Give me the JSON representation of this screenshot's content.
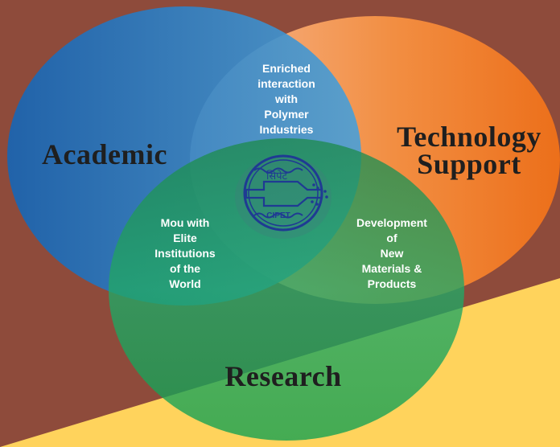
{
  "colors": {
    "background": "#8e4b3b",
    "yellow_band": "#ffd35c",
    "academic": "#1f6fc0",
    "technology": "#f07d2a",
    "research": "#1b9a5a",
    "logo": "#1f3a93"
  },
  "circles": {
    "academic": {
      "label_lines": [
        "Academic"
      ]
    },
    "technology": {
      "label_lines": [
        "Technology",
        "Support"
      ]
    },
    "research": {
      "label_lines": [
        "Research"
      ]
    }
  },
  "overlaps": {
    "academic_technology": {
      "lines": [
        "Enriched",
        "interaction",
        "with",
        "Polymer",
        "Industries"
      ]
    },
    "academic_research": {
      "lines": [
        "Mou with",
        "Elite",
        "Institutions",
        "of the",
        "World"
      ]
    },
    "technology_research": {
      "lines": [
        "Development",
        "of",
        "New",
        "Materials &",
        "Products"
      ]
    }
  },
  "logo": {
    "icon": "cipet-logo",
    "hindi_text": "सिपेट",
    "caption": "CIPET"
  }
}
